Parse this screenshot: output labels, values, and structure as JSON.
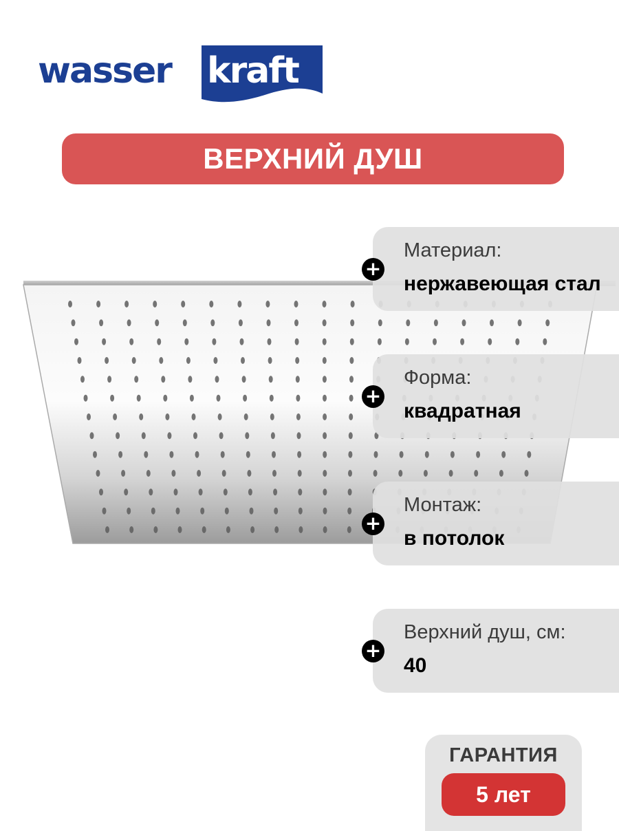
{
  "brand": {
    "part1": "wasser",
    "part2": "kraft",
    "color": "#1c3f93"
  },
  "title": "ВЕРХНИЙ ДУШ",
  "specs": [
    {
      "label": "Материал:",
      "value": "нержавеющая стал",
      "icon": "plus-icon"
    },
    {
      "label": "Форма:",
      "value": "квадратная",
      "icon": "plus-icon"
    },
    {
      "label": "Монтаж:",
      "value": "в потолок",
      "icon": "plus-icon"
    },
    {
      "label": "Верхний душ, см:",
      "value": "40",
      "icon": "plus-icon"
    }
  ],
  "guarantee": {
    "label": "ГАРАНТИЯ",
    "value": "5 лет"
  },
  "colors": {
    "accent": "#d95555",
    "card": "#e0e0e0",
    "badge": "#d33434"
  }
}
